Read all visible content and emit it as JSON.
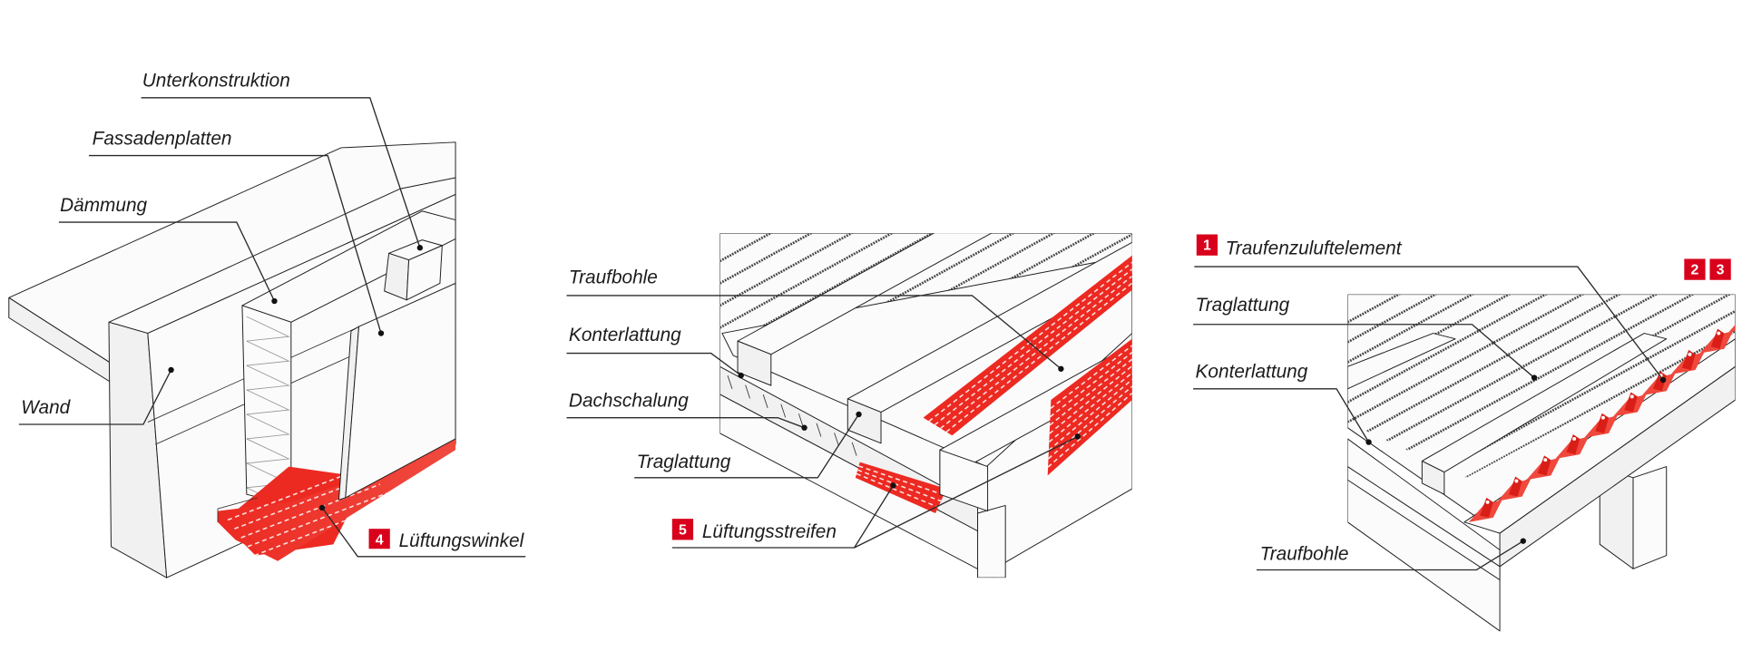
{
  "colors": {
    "accent": "#ec2a22",
    "badge": "#d8001b",
    "line": "#1e1e1e"
  },
  "panel_facade": {
    "unterkonstruktion": "Unterkonstruktion",
    "fassadenplatten": "Fassadenplatten",
    "daemmung": "Dämmung",
    "wand": "Wand",
    "lueftungswinkel": {
      "badge": "4",
      "label": "Lüftungswinkel"
    }
  },
  "panel_roof_strip": {
    "traufbohle": "Traufbohle",
    "konterlattung": "Konterlattung",
    "dachschalung": "Dachschalung",
    "traglattung": "Traglattung",
    "lueftungsstreifen": {
      "badge": "5",
      "label": "Lüftungsstreifen"
    }
  },
  "panel_roof_eaves": {
    "traufenzuluftelement": {
      "badge": "1",
      "label": "Traufenzuluftelement"
    },
    "extra_badges": [
      "2",
      "3"
    ],
    "traglattung": "Traglattung",
    "konterlattung": "Konterlattung",
    "traufbohle": "Traufbohle"
  }
}
